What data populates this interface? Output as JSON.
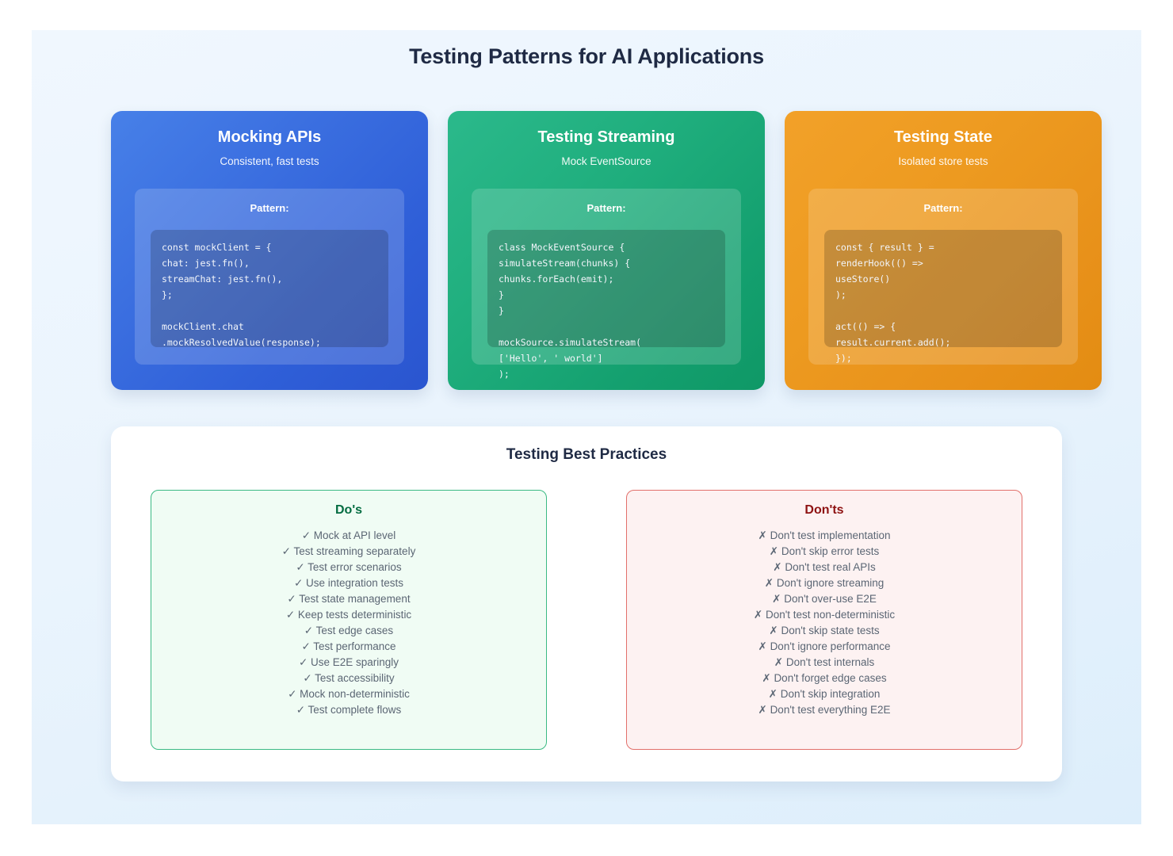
{
  "page": {
    "title": "Testing Patterns for AI Applications"
  },
  "cards": [
    {
      "title": "Mocking APIs",
      "subtitle": "Consistent, fast tests",
      "pattern_label": "Pattern:",
      "accent": "#2f5fd8",
      "code": [
        "const mockClient = {",
        "chat: jest.fn(),",
        "streamChat: jest.fn(),",
        "};",
        "",
        "mockClient.chat",
        ".mockResolvedValue(response);"
      ]
    },
    {
      "title": "Testing Streaming",
      "subtitle": "Mock EventSource",
      "pattern_label": "Pattern:",
      "accent": "#14a06f",
      "code": [
        "class MockEventSource {",
        "simulateStream(chunks) {",
        "chunks.forEach(emit);",
        "}",
        "}",
        "",
        "mockSource.simulateStream(",
        "['Hello', ' world']",
        ");"
      ]
    },
    {
      "title": "Testing State",
      "subtitle": "Isolated store tests",
      "pattern_label": "Pattern:",
      "accent": "#e8911a",
      "code": [
        "const { result } =",
        "renderHook(() =>",
        "useStore()",
        ");",
        "",
        "act(() => {",
        "result.current.add();",
        "});"
      ]
    }
  ],
  "best_practices": {
    "title": "Testing Best Practices",
    "dos": {
      "title": "Do's",
      "mark": "✓",
      "accent": "#3bba84",
      "items": [
        "Mock at API level",
        "Test streaming separately",
        "Test error scenarios",
        "Use integration tests",
        "Test state management",
        "Keep tests deterministic",
        "Test edge cases",
        "Test performance",
        "Use E2E sparingly",
        "Test accessibility",
        "Mock non-deterministic",
        "Test complete flows"
      ]
    },
    "donts": {
      "title": "Don'ts",
      "mark": "✗",
      "accent": "#e2706b",
      "items": [
        "Don't test implementation",
        "Don't skip error tests",
        "Don't test real APIs",
        "Don't ignore streaming",
        "Don't over-use E2E",
        "Don't test non-deterministic",
        "Don't skip state tests",
        "Don't ignore performance",
        "Don't test internals",
        "Don't forget edge cases",
        "Don't skip integration",
        "Don't test everything E2E"
      ]
    }
  }
}
